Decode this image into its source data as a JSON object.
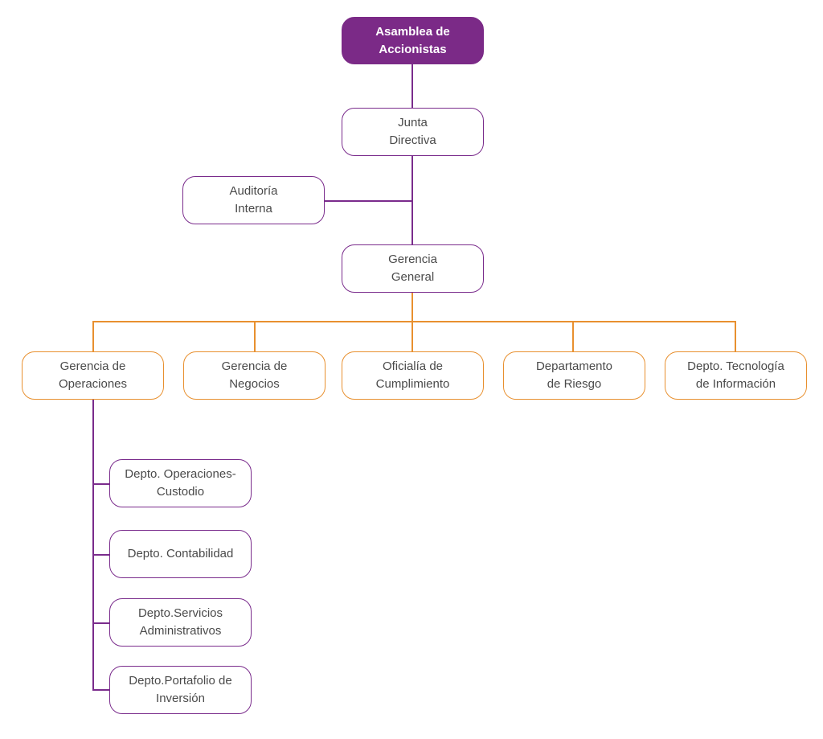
{
  "nodes": {
    "asamblea": "Asamblea de\nAccionistas",
    "junta": "Junta\nDirectiva",
    "auditoria": "Auditoría\nInterna",
    "gerencia_general": "Gerencia\nGeneral",
    "gerencia_operaciones": "Gerencia de\nOperaciones",
    "gerencia_negocios": "Gerencia de\nNegocios",
    "oficialia": "Oficialía de\nCumplimiento",
    "riesgo": "Departamento\nde Riesgo",
    "tecnologia": "Depto. Tecnología\nde Información",
    "custodio": "Depto. Operaciones-\nCustodio",
    "contabilidad": "Depto. Contabilidad",
    "servicios": "Depto.Servicios\nAdministrativos",
    "portafolio": "Depto.Portafolio de\nInversión"
  },
  "colors": {
    "executive": "#7b2a87",
    "department": "#e8902f"
  }
}
